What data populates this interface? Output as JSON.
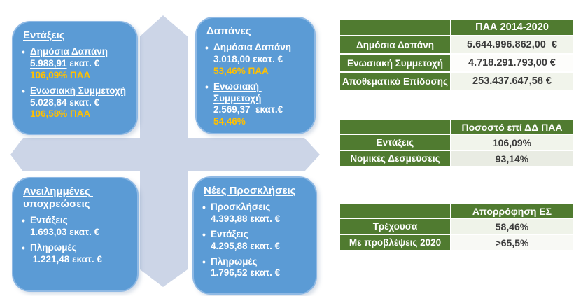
{
  "colors": {
    "box_blue": "#5B9BD5",
    "arrow_shape": "#CCD5E7",
    "table_green": "#507B30",
    "accent_orange": "#FFC000",
    "positive_green": "#00B050",
    "negative_red": "#FF0000"
  },
  "boxes": [
    {
      "title": "Εντάξεις",
      "items": [
        {
          "label": "Δημόσια Δαπάνη",
          "value_num": "5.988,91",
          "value_unit": "εκατ. €",
          "percent": "106,09% ΠΑΑ"
        },
        {
          "label": "Ενωσιακή Συμμετοχή",
          "value": "5.028,84 εκατ. €",
          "percent": "106,58% ΠΑΑ"
        }
      ]
    },
    {
      "title": "Δαπάνες",
      "items": [
        {
          "label": "Δημόσια Δαπάνη",
          "value": "3.018,00 εκατ. €",
          "percent": "53,46% ΠΑΑ"
        },
        {
          "label": "Ενωσιακή Συμμετοχή",
          "value": "2.569,37  εκατ.€",
          "percent": "54,46%"
        }
      ]
    },
    {
      "title": "Ανειλημμένες υποχρεώσεις",
      "items": [
        {
          "label": "Εντάξεις",
          "value": "1.693,03 εκατ. €"
        },
        {
          "label": "Πληρωμές",
          "value": " 1.221,48 εκατ. €"
        }
      ]
    },
    {
      "title": "Νέες Προσκλήσεις",
      "items": [
        {
          "label": "Προσκλήσεις",
          "value": "4.393,88 εκατ. €"
        },
        {
          "label": "Εντάξεις",
          "value": "4.295,88 εκατ. €"
        },
        {
          "label": "Πληρωμές",
          "value": "1.796,52 εκατ. €"
        }
      ]
    }
  ],
  "tables": [
    {
      "header": "ΠΑΑ 2014-2020",
      "rows": [
        {
          "label": "Δημόσια Δαπάνη",
          "value": "5.644.996.862,00  €"
        },
        {
          "label": "Ενωσιακή Συμμετοχή",
          "value": "4.718.291.793,00 €"
        },
        {
          "label": "Αποθεματικό Επίδοσης",
          "value": "253.437.647,58 €"
        }
      ]
    },
    {
      "header": "Ποσοστό επί ΔΔ ΠΑΑ",
      "rows": [
        {
          "label": "Εντάξεις",
          "value": "106,09%"
        },
        {
          "label": "Νομικές Δεσμεύσεις",
          "value": "93,14%"
        }
      ]
    },
    {
      "header": "Απορρόφηση ΕΣ",
      "rows": [
        {
          "label": "Τρέχουσα",
          "value": "58,46%",
          "value_color": "#00B050"
        },
        {
          "label": "Με προβλέψεις 2020",
          "value": ">65,5%",
          "value_color": "#FF0000"
        }
      ]
    }
  ]
}
